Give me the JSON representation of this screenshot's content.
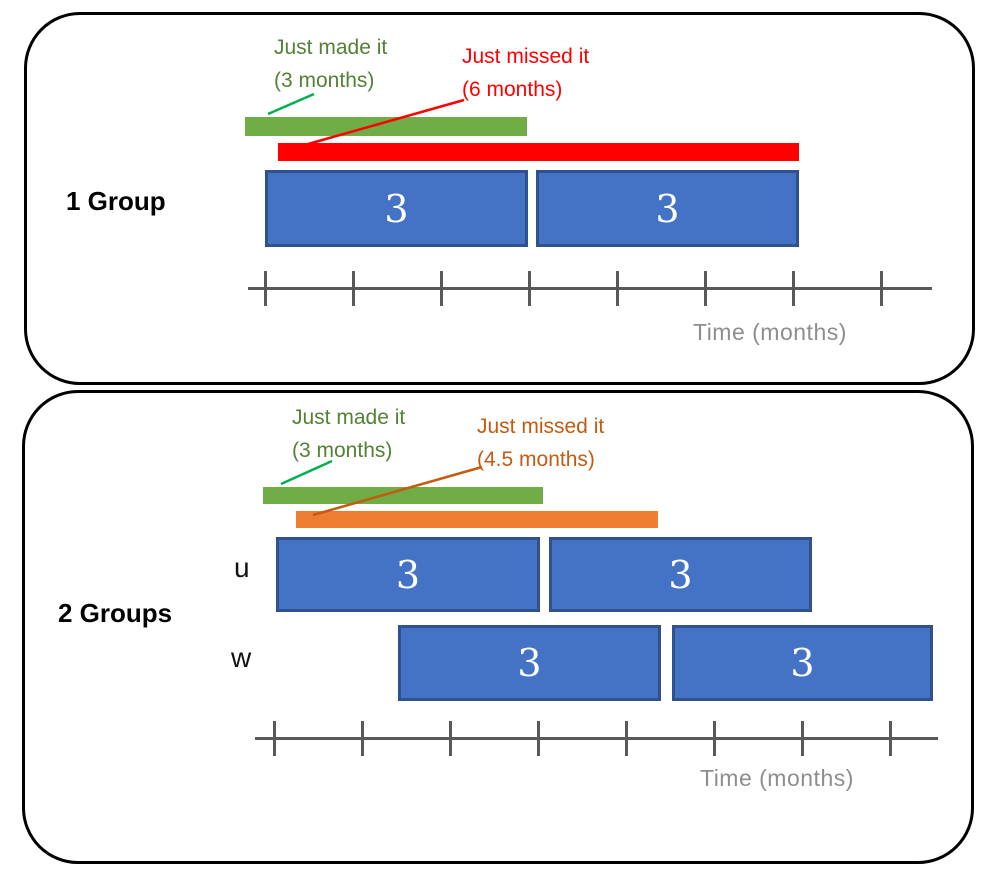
{
  "palette": {
    "green_bar": "#70AD47",
    "green_text": "#538135",
    "green_leader": "#00B050",
    "red": "#FF0000",
    "orange_bar": "#ED7D31",
    "orange_text": "#C55A11",
    "blue_fill": "#4472C4",
    "blue_border": "#2F528F",
    "axis_gray": "#595959",
    "axis_label_gray": "#8E8E8E",
    "panel_border": "#000000"
  },
  "panel1": {
    "title": "1 Group",
    "made_label": {
      "line1": "Just made it",
      "line2": "(3 months)"
    },
    "missed_label": {
      "line1": "Just missed it",
      "line2": "(6 months)"
    },
    "boxes": [
      "3",
      "3"
    ],
    "axis_label": "Time (months)"
  },
  "panel2": {
    "title": "2 Groups",
    "made_label": {
      "line1": "Just made it",
      "line2": "(3 months)"
    },
    "missed_label": {
      "line1": "Just missed it",
      "line2": "(4.5 months)"
    },
    "rows": [
      {
        "label": "u",
        "boxes": [
          "3",
          "3"
        ]
      },
      {
        "label": "w",
        "boxes": [
          "3",
          "3"
        ]
      }
    ],
    "axis_label": "Time (months)"
  },
  "figure_values": {
    "panel1": {
      "made_months": 3,
      "missed_months": 6,
      "segment_months": [
        3,
        3
      ]
    },
    "panel2": {
      "made_months": 3,
      "missed_months": 4.5,
      "row_u_segment_months": [
        3,
        3
      ],
      "row_w_segment_months": [
        3,
        3
      ]
    }
  }
}
